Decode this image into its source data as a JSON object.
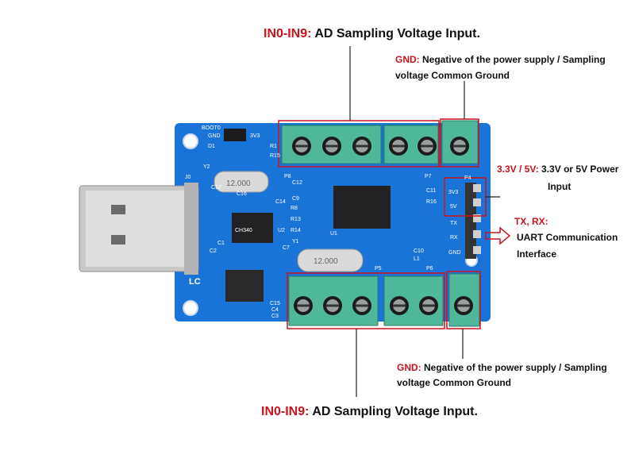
{
  "annotations": {
    "top_title": {
      "label": "IN0-IN9:",
      "text": "AD Sampling Voltage Input."
    },
    "gnd_top": {
      "label": "GND:",
      "line1": "Negative of the power supply / Sampling",
      "line2": "voltage Common Ground"
    },
    "power": {
      "label": "3.3V / 5V:",
      "line1": "3.3V or 5V Power",
      "line2": "Input"
    },
    "uart": {
      "label": "TX, RX:",
      "line1": "UART Communication",
      "line2": "Interface"
    },
    "gnd_bottom": {
      "label": "GND:",
      "line1": "Negative of the power supply / Sampling",
      "line2": "voltage Common Ground"
    },
    "bottom_title": {
      "label": "IN0-IN9:",
      "text": "AD Sampling Voltage Input."
    }
  },
  "board": {
    "silkscreen": {
      "boot0": "BOOT0",
      "gnd": "GND",
      "v3v3": "3V3",
      "j0": "J0",
      "y2": "Y2",
      "crystal_top": "12.000",
      "crystal_bottom": "12.000",
      "p8": "P8",
      "p7": "P7",
      "p4": "P4",
      "p5": "P5",
      "p6": "P6",
      "u1": "U1",
      "u2": "U2",
      "y1": "Y1",
      "logo": "LC",
      "pin_3v3": "3V3",
      "pin_5v": "5V",
      "pin_tx": "TX",
      "pin_rx": "RX",
      "pin_gnd": "GND",
      "r1": "R1",
      "r15": "R15",
      "d1": "D1",
      "c12": "C12",
      "c17": "C17",
      "c16": "C16",
      "c14": "C14",
      "c9": "C9",
      "r8": "R8",
      "r13": "R13",
      "r14": "R14",
      "c11": "C11",
      "r16": "R16",
      "c10": "C10",
      "l1": "L1",
      "c7": "C7",
      "c1": "C1",
      "c2": "C2",
      "c15": "C15",
      "c4": "C4",
      "c3": "C3",
      "chip_ch340": "CH340"
    }
  },
  "colors": {
    "annotation_red": "#c8141e",
    "pcb_blue": "#1a73d6",
    "terminal_green": "#4fb89a",
    "pointer_line": "#222222"
  }
}
